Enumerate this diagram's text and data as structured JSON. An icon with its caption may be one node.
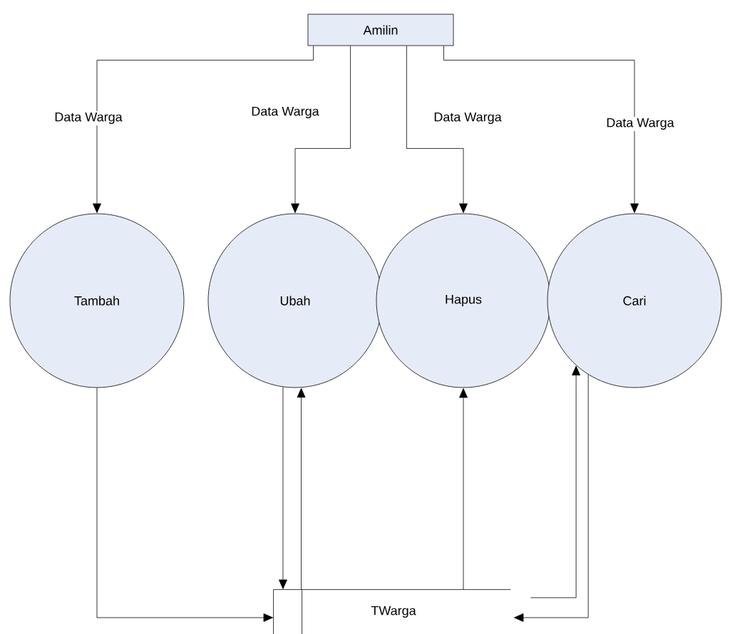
{
  "diagram": {
    "nodes": [
      {
        "text": [
          "Amilin"
        ]
      },
      {
        "text": [
          "Tambah"
        ]
      },
      {
        "text": [
          "Ubah"
        ]
      },
      {
        "text": [
          "Hapus"
        ]
      },
      {
        "text": [
          "Cari"
        ]
      },
      {
        "text": [
          "TWarga"
        ]
      }
    ],
    "edges": [
      {
        "from": 0,
        "to": 1,
        "arrow": "to",
        "label": "Data Warga"
      },
      {
        "from": 0,
        "to": 2,
        "arrow": "to",
        "label": "Data Warga"
      },
      {
        "from": 0,
        "to": 3,
        "arrow": "to",
        "label": "Data Warga"
      },
      {
        "from": 0,
        "to": 4,
        "arrow": "to",
        "label": "Data Warga"
      },
      {
        "from": 1,
        "to": 5,
        "arrow": "to"
      },
      {
        "from": 2,
        "to": 5,
        "arrow": "to"
      },
      {
        "from": 5,
        "to": 2,
        "arrow": "to"
      },
      {
        "from": 5,
        "to": 3,
        "arrow": "to"
      },
      {
        "from": 4,
        "to": 5,
        "arrow": "to"
      },
      {
        "from": 5,
        "to": 4,
        "arrow": "to"
      }
    ]
  }
}
